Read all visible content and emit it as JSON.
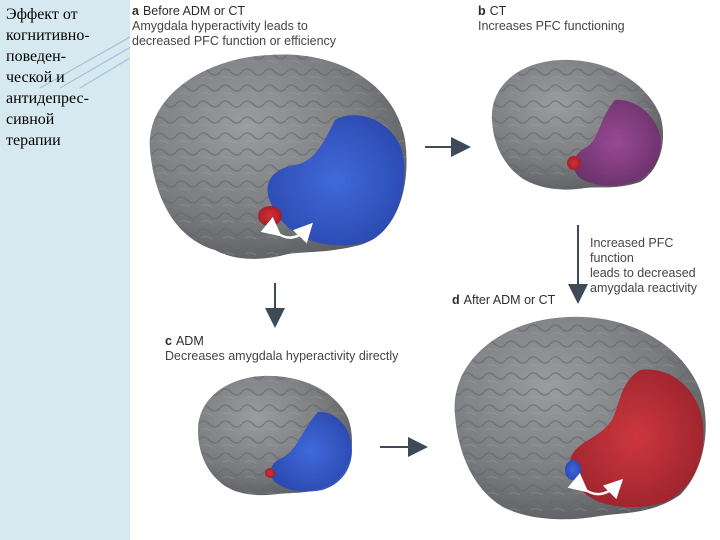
{
  "slide": {
    "title": "Эффект от\nкогнитивно-\nповеден-\nческой и\nантидепрес-\nсивной\nтерапии"
  },
  "panels": {
    "a": {
      "letter": "a",
      "heading": "Before ADM or CT",
      "description": "Amygdala hyperactivity leads to\ndecreased PFC function or efficiency"
    },
    "b": {
      "letter": "b",
      "heading": "CT",
      "description": "Increases PFC functioning"
    },
    "c": {
      "letter": "c",
      "heading": "ADM",
      "description": "Decreases amygdala hyperactivity directly"
    },
    "d": {
      "letter": "d",
      "heading": "After ADM or CT",
      "description": ""
    }
  },
  "arrow_note": "Increased PFC function\nleads to decreased\namygdala reactivity",
  "colors": {
    "brain": "#7d7f82",
    "brain_dark": "#5a5c5f",
    "pfc_blue": "#2f56c9",
    "amygdala_red": "#c0262f",
    "pfc_purple": "#8c3a86",
    "pfc_red": "#c3262f",
    "arrow": "#3e4a55",
    "left_strip": "#d6e9f1"
  }
}
